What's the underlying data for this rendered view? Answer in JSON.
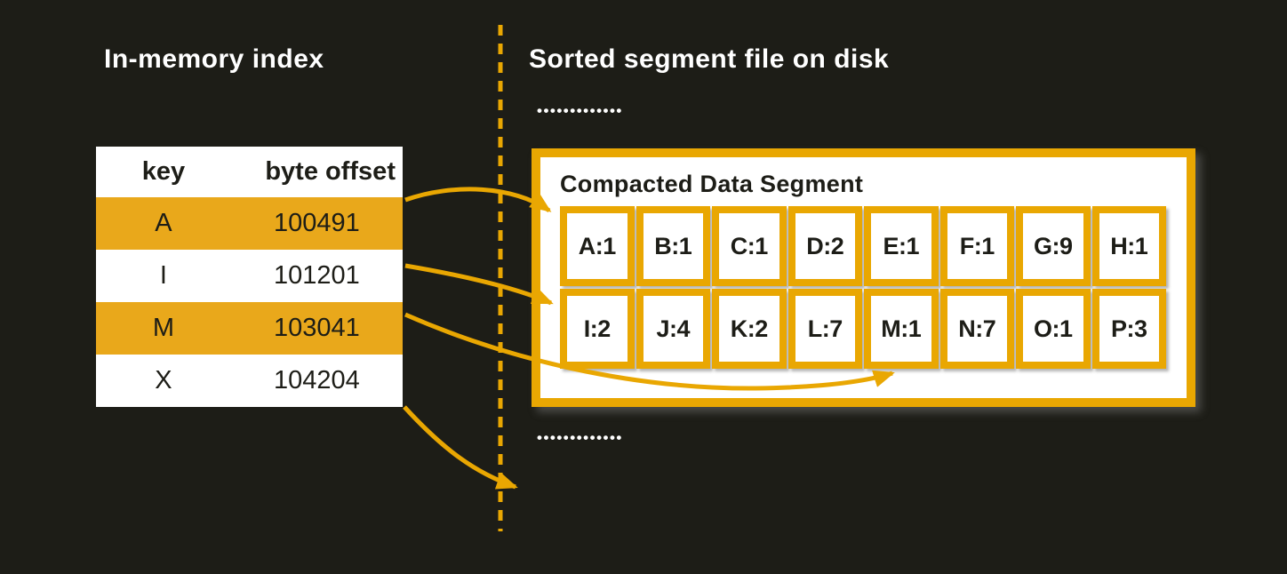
{
  "titles": {
    "left": "In-memory index",
    "right": "Sorted segment file on disk"
  },
  "decorations": {
    "ellipsis_top": "•••••••••••••",
    "ellipsis_bottom": "•••••••••••••"
  },
  "index_table": {
    "headers": [
      "key",
      "byte offset"
    ],
    "rows": [
      {
        "key": "A",
        "offset": "100491",
        "highlight": true
      },
      {
        "key": "I",
        "offset": "101201",
        "highlight": false
      },
      {
        "key": "M",
        "offset": "103041",
        "highlight": true
      },
      {
        "key": "X",
        "offset": "104204",
        "highlight": false
      }
    ]
  },
  "segment": {
    "title": "Compacted Data Segment",
    "row1": [
      "A:1",
      "B:1",
      "C:1",
      "D:2",
      "E:1",
      "F:1",
      "G:9",
      "H:1"
    ],
    "row2": [
      "I:2",
      "J:4",
      "K:2",
      "L:7",
      "M:1",
      "N:7",
      "O:1",
      "P:3"
    ]
  },
  "colors": {
    "background": "#1D1D17",
    "accent_orange": "#E9A702",
    "row_highlight": "#E9A81B",
    "text_dark": "#1D1D17",
    "text_light": "#FFFFFF"
  }
}
